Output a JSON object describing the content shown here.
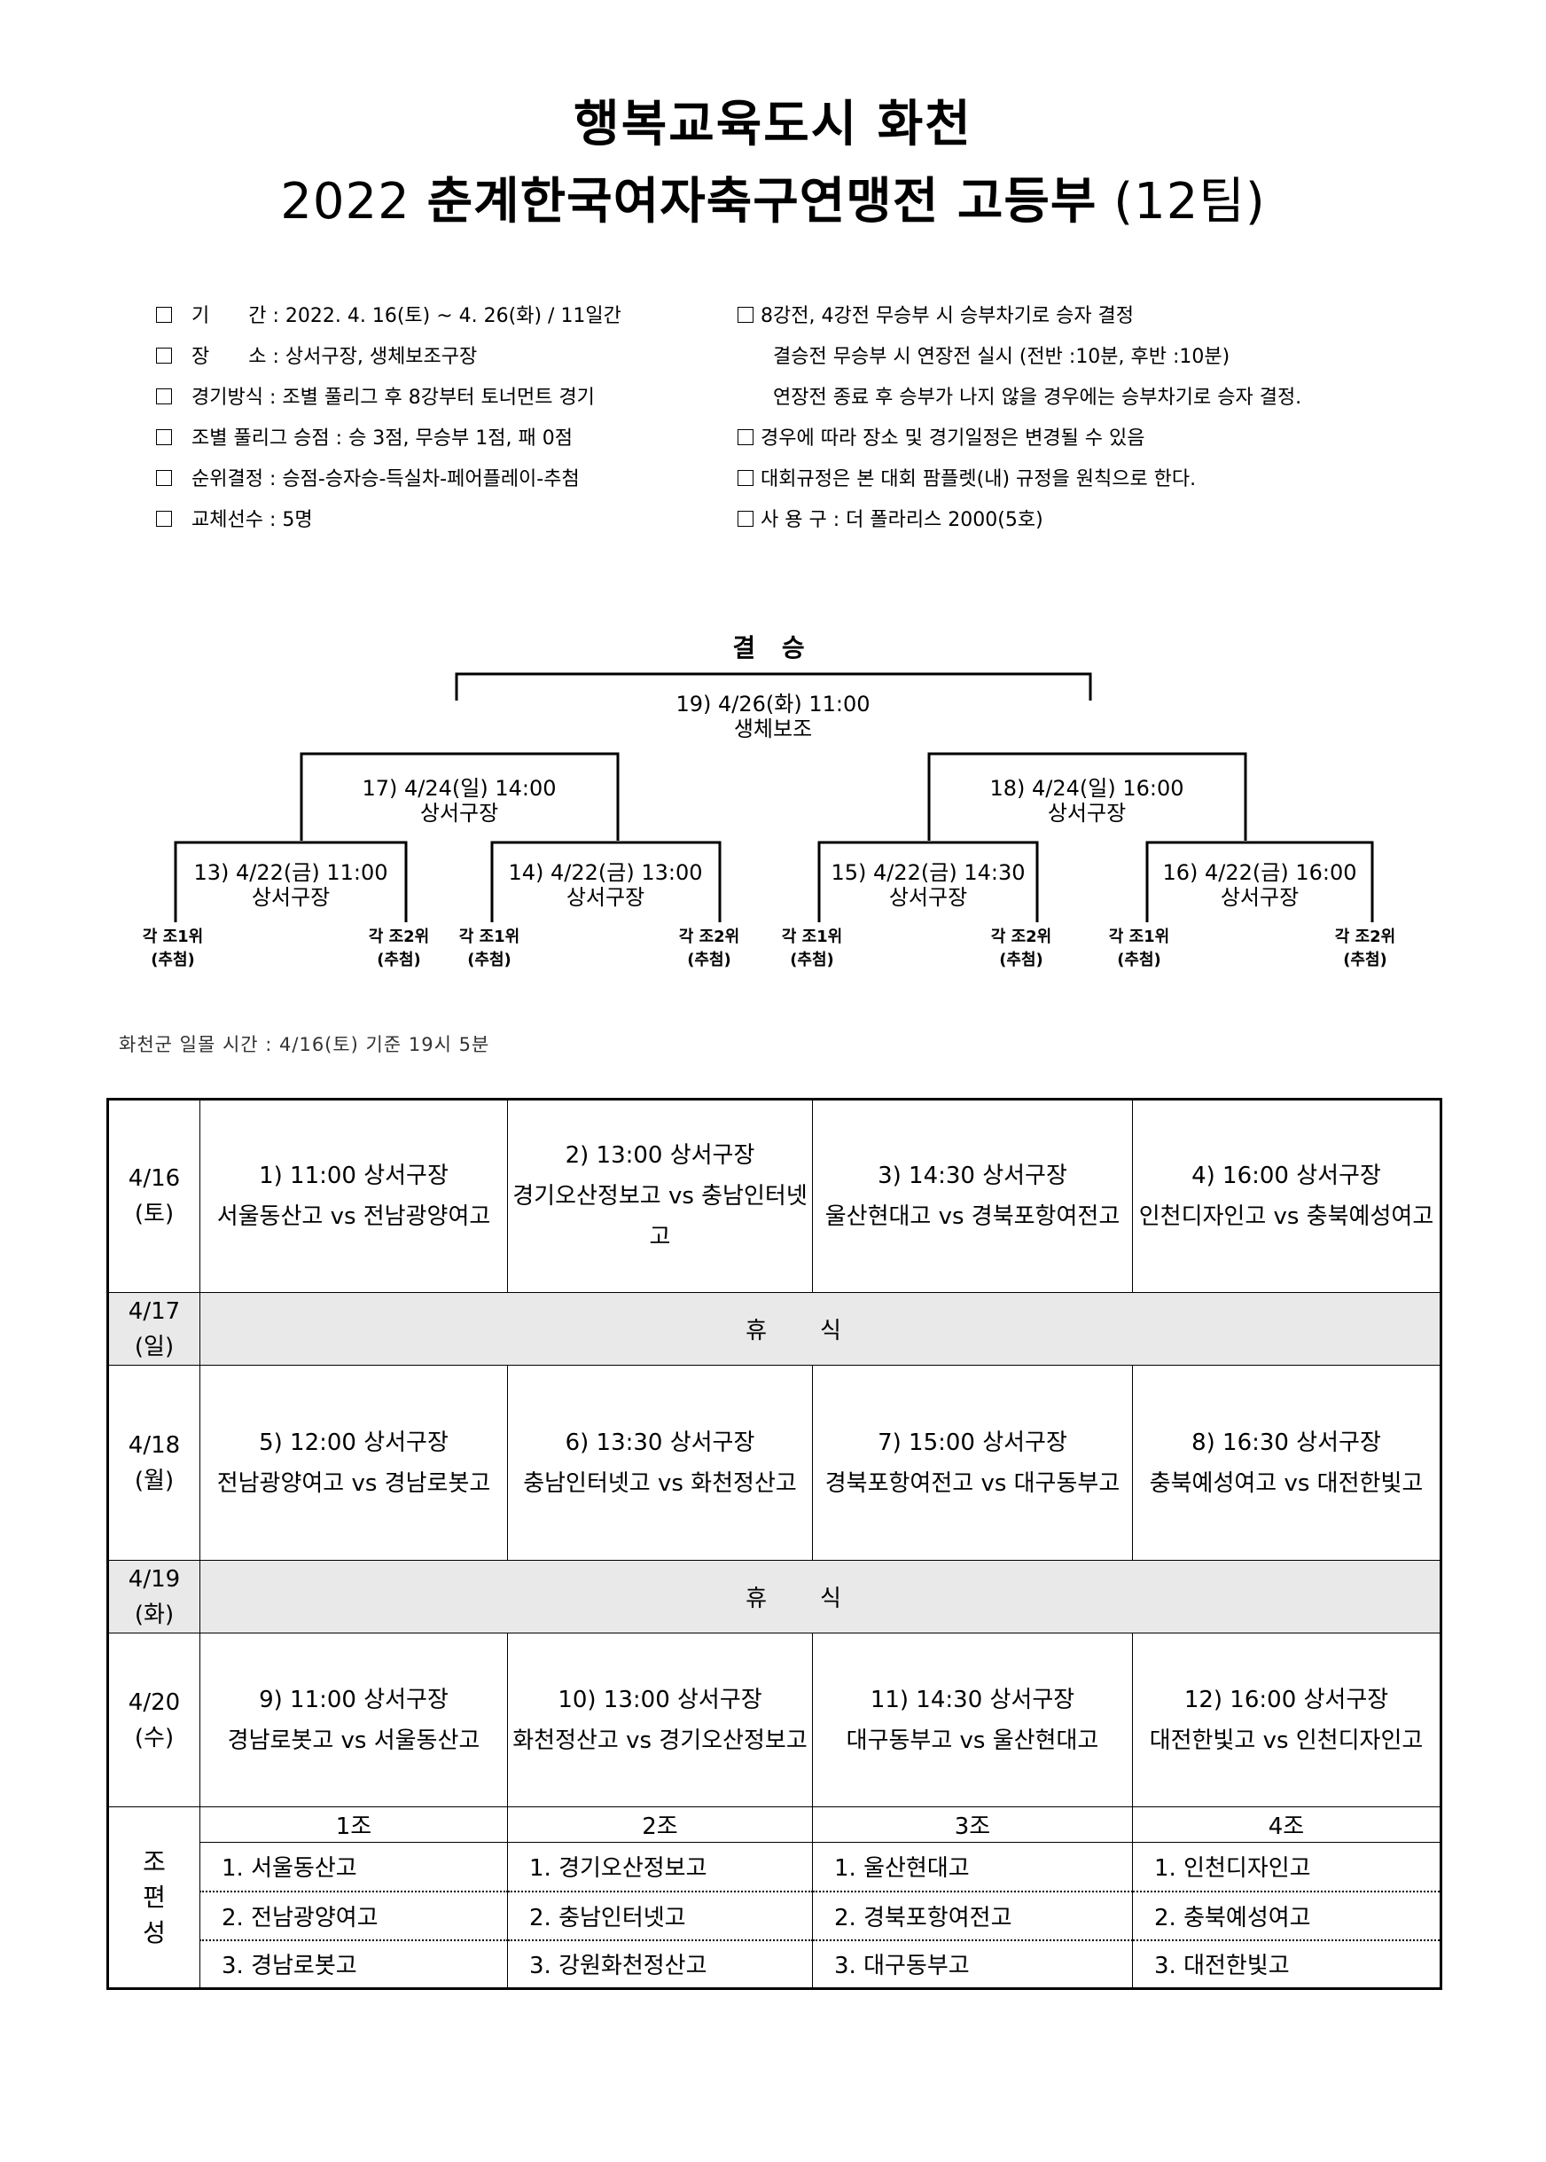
{
  "title": {
    "line1": "행복교육도시 화천",
    "year": "2022",
    "name": "춘계한국여자축구연맹전 고등부",
    "teams": "(12팀)"
  },
  "info_left": [
    "기　　간 : 2022. 4. 16(토) ~ 4. 26(화) / 11일간",
    "장　　소 : 상서구장, 생체보조구장",
    "경기방식 : 조별 풀리그 후 8강부터 토너먼트 경기",
    "조별 풀리그 승점 : 승 3점, 무승부 1점, 패 0점",
    "순위결정 : 승점-승자승-득실차-페어플레이-추첨",
    "교체선수 : 5명"
  ],
  "info_right": [
    {
      "box": true,
      "text": "8강전, 4강전 무승부 시 승부차기로 승자 결정"
    },
    {
      "box": false,
      "text": "결승전 무승부 시 연장전 실시 (전반 :10분, 후반 :10분)"
    },
    {
      "box": false,
      "text": "연장전 종료 후 승부가 나지 않을 경우에는 승부차기로 승자 결정."
    },
    {
      "box": true,
      "text": "경우에 따라 장소 및 경기일정은 변경될 수 있음"
    },
    {
      "box": true,
      "text": "대회규정은 본 대회 팜플렛(내) 규정을 원칙으로 한다."
    },
    {
      "box": true,
      "text": "사 용 구 : 더 폴라리스 2000(5호)"
    }
  ],
  "bracket": {
    "final_label": "결 승",
    "final": {
      "time": "19) 4/26(화) 11:00",
      "venue": "생체보조"
    },
    "semis": [
      {
        "time": "17) 4/24(일) 14:00",
        "venue": "상서구장"
      },
      {
        "time": "18) 4/24(일) 16:00",
        "venue": "상서구장"
      }
    ],
    "quarters": [
      {
        "time": "13) 4/22(금) 11:00",
        "venue": "상서구장"
      },
      {
        "time": "14) 4/22(금) 13:00",
        "venue": "상서구장"
      },
      {
        "time": "15) 4/22(금) 14:30",
        "venue": "상서구장"
      },
      {
        "time": "16) 4/22(금) 16:00",
        "venue": "상서구장"
      }
    ],
    "leaves": [
      {
        "label": "각 조1위",
        "sub": "(추첨)"
      },
      {
        "label": "각 조2위",
        "sub": "(추첨)"
      },
      {
        "label": "각 조1위",
        "sub": "(추첨)"
      },
      {
        "label": "각 조2위",
        "sub": "(추첨)"
      },
      {
        "label": "각 조1위",
        "sub": "(추첨)"
      },
      {
        "label": "각 조2위",
        "sub": "(추첨)"
      },
      {
        "label": "각 조1위",
        "sub": "(추첨)"
      },
      {
        "label": "각 조2위",
        "sub": "(추첨)"
      }
    ]
  },
  "sunset_note": "화천군 일몰 시간 : 4/16(토) 기준 19시 5분",
  "schedule": [
    {
      "date": "4/16",
      "dow": "(토)",
      "games": [
        {
          "head": "1) 11:00 상서구장",
          "match": "서울동산고 vs 전남광양여고"
        },
        {
          "head": "2) 13:00 상서구장",
          "match": "경기오산정보고 vs 충남인터넷고"
        },
        {
          "head": "3) 14:30 상서구장",
          "match": "울산현대고 vs 경북포항여전고"
        },
        {
          "head": "4) 16:00 상서구장",
          "match": "인천디자인고 vs 충북예성여고"
        }
      ]
    },
    {
      "date": "4/17",
      "dow": "(일)",
      "rest": "휴식"
    },
    {
      "date": "4/18",
      "dow": "(월)",
      "games": [
        {
          "head": "5) 12:00 상서구장",
          "match": "전남광양여고 vs 경남로봇고"
        },
        {
          "head": "6) 13:30 상서구장",
          "match": "충남인터넷고 vs 화천정산고"
        },
        {
          "head": "7) 15:00 상서구장",
          "match": "경북포항여전고 vs 대구동부고"
        },
        {
          "head": "8) 16:30 상서구장",
          "match": "충북예성여고 vs 대전한빛고"
        }
      ]
    },
    {
      "date": "4/19",
      "dow": "(화)",
      "rest": "휴식"
    },
    {
      "date": "4/20",
      "dow": "(수)",
      "games": [
        {
          "head": "9) 11:00 상서구장",
          "match": "경남로봇고 vs 서울동산고"
        },
        {
          "head": "10) 13:00 상서구장",
          "match": "화천정산고 vs 경기오산정보고"
        },
        {
          "head": "11) 14:30 상서구장",
          "match": "대구동부고 vs 울산현대고"
        },
        {
          "head": "12) 16:00 상서구장",
          "match": "대전한빛고 vs 인천디자인고"
        }
      ]
    }
  ],
  "groups": {
    "label": [
      "조",
      "편",
      "성"
    ],
    "headers": [
      "1조",
      "2조",
      "3조",
      "4조"
    ],
    "rows": [
      [
        "1. 서울동산고",
        "1. 경기오산정보고",
        "1. 울산현대고",
        "1. 인천디자인고"
      ],
      [
        "2. 전남광양여고",
        "2. 충남인터넷고",
        "2. 경북포항여전고",
        "2. 충북예성여고"
      ],
      [
        "3. 경남로봇고",
        "3. 강원화천정산고",
        "3. 대구동부고",
        "3. 대전한빛고"
      ]
    ]
  }
}
